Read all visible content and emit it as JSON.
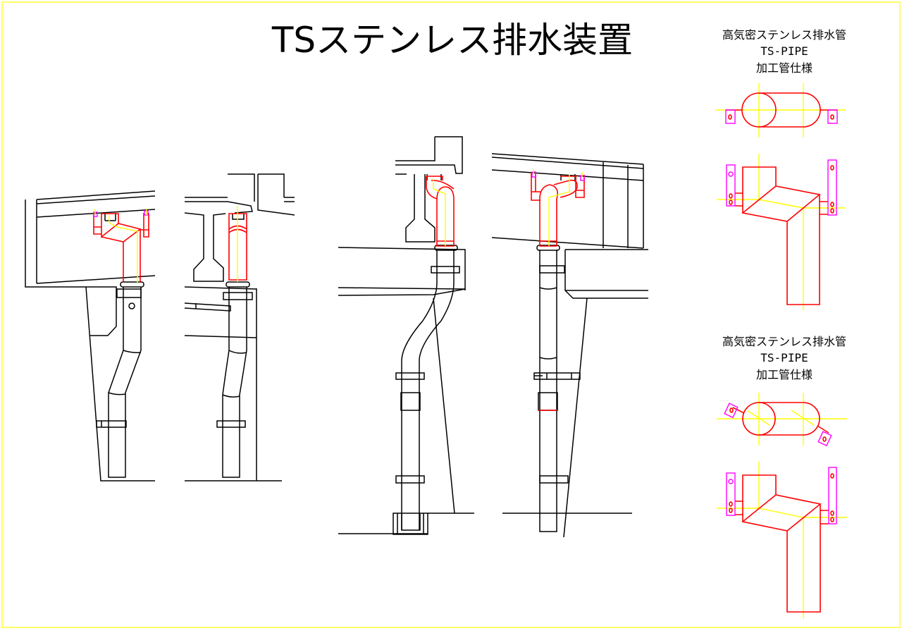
{
  "drawing": {
    "title": "TSステンレス排水装置",
    "spec_blocks": [
      {
        "line1": "高気密ステンレス排水管",
        "line2": "TS-PIPE",
        "line3": "加工管仕様"
      },
      {
        "line1": "高気密ステンレス排水管",
        "line2": "TS-PIPE",
        "line3": "加工管仕様"
      }
    ]
  },
  "colors": {
    "frame": "#ffff00",
    "pipe": "#ff0000",
    "centerline": "#ffff00",
    "bracket": "#ff00ff",
    "structure": "#000000"
  }
}
